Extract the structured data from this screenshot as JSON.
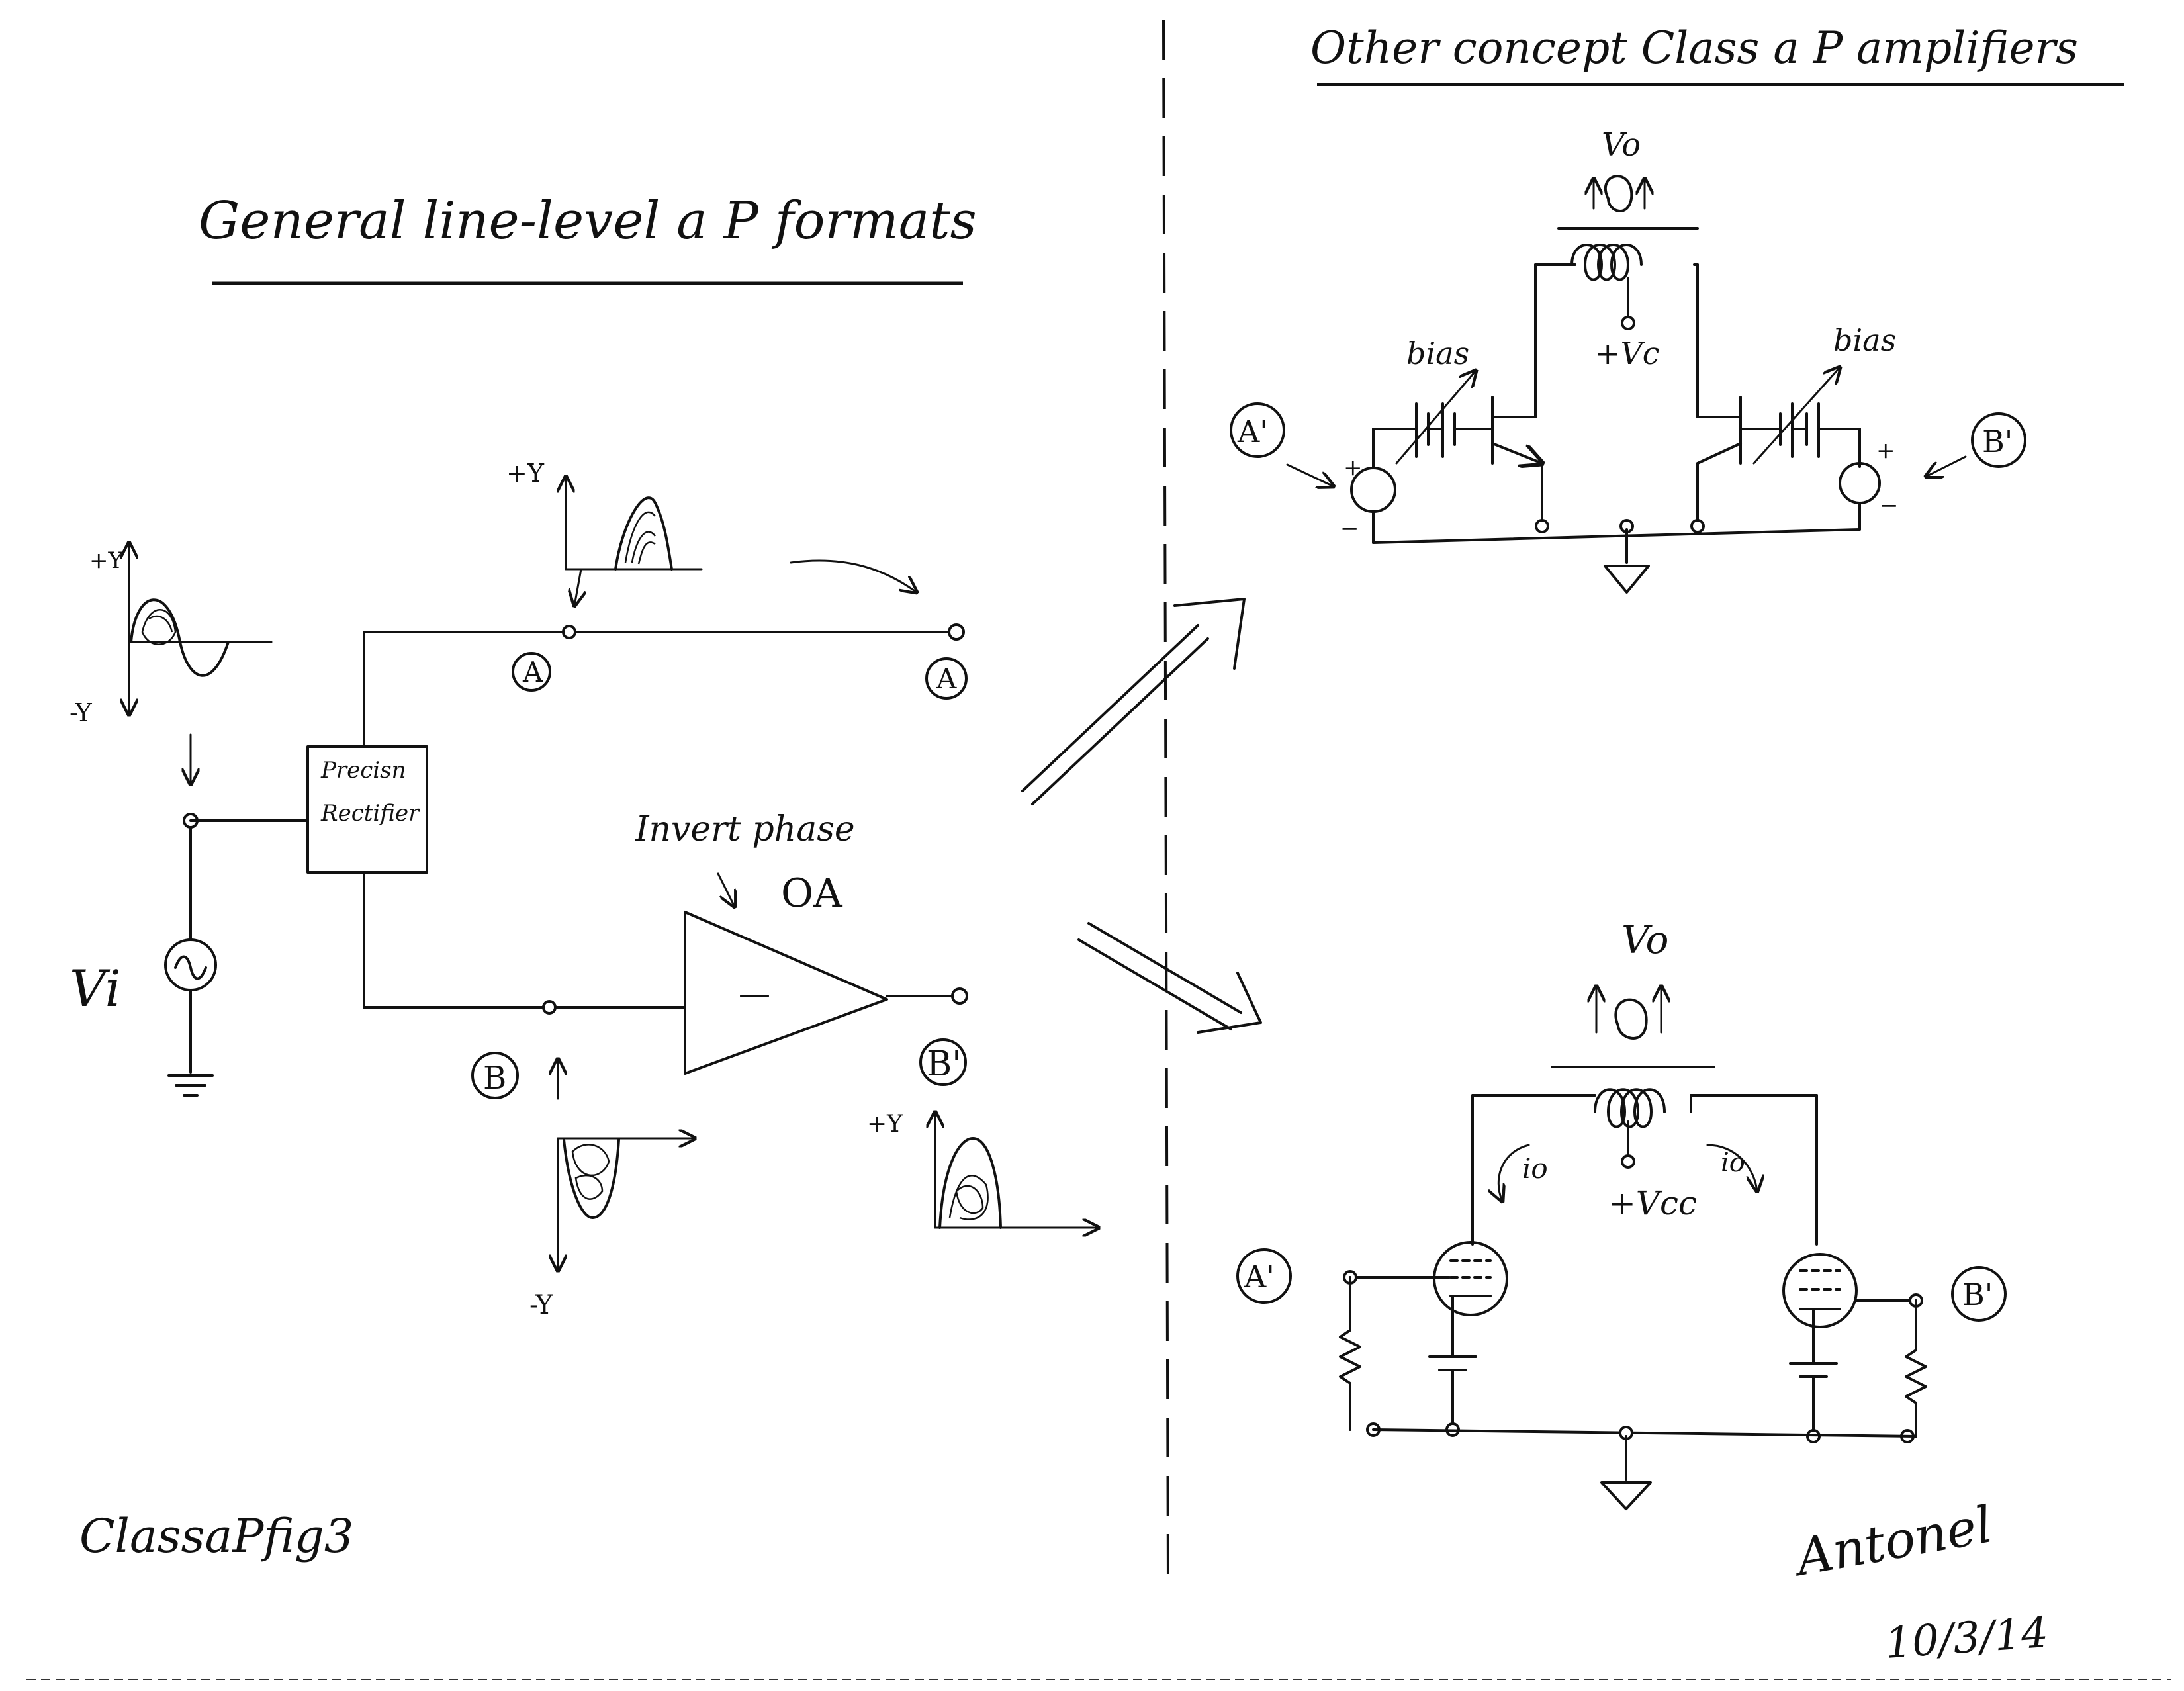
{
  "left_panel": {
    "title": "General line-level a P formats",
    "rectifier_line1": "Precisn",
    "rectifier_line2": "Rectifier",
    "invert_label": "Invert phase",
    "opamp_label": "OA",
    "source_label": "Vi",
    "node_a": "A",
    "node_a_prime": "A",
    "node_b": "B",
    "node_b_prime": "B'",
    "plus_y": "+Y",
    "minus_y": "-Y"
  },
  "right_panel": {
    "title": "Other concept Class a P amplifiers",
    "top_circuit": {
      "output_label": "Vo",
      "supply_label": "+Vc",
      "bias_left": "bias",
      "bias_right": "bias",
      "node_a": "A'",
      "node_b": "B'"
    },
    "bottom_circuit": {
      "output_label": "Vo",
      "supply_label": "+Vcc",
      "current_left": "io",
      "current_right": "io",
      "node_a": "A'",
      "node_b": "B'"
    }
  },
  "footer": {
    "figure_name": "ClassaPfig3",
    "signature": "Antonel",
    "date": "10/3/14"
  }
}
